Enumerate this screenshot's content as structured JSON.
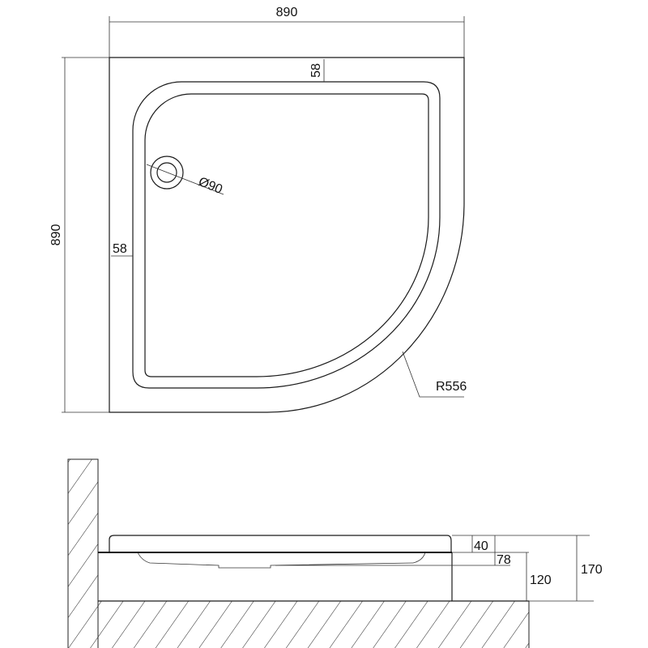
{
  "top_view": {
    "width_label": "890",
    "depth_label": "890",
    "rim_top_label": "58",
    "rim_left_label": "58",
    "drain_label": "Ø90",
    "radius_label": "R556"
  },
  "side_view": {
    "lip_label": "40",
    "basin_label": "78",
    "body_label": "120",
    "total_label": "170"
  }
}
